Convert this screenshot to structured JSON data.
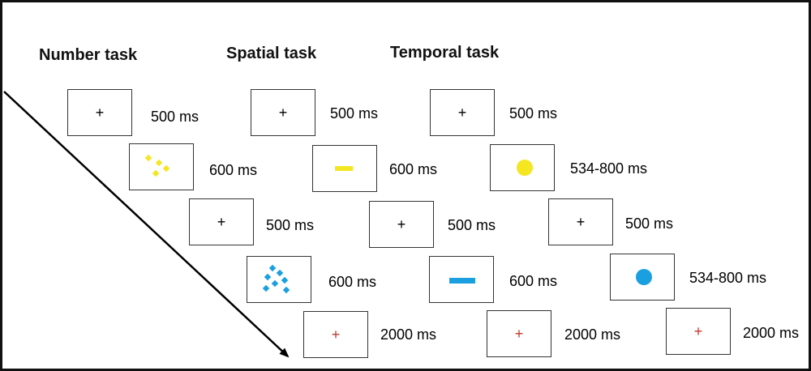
{
  "tasks": [
    {
      "title": "Number task",
      "frames": [
        {
          "stimulus": "fixation-cross",
          "duration": "500 ms"
        },
        {
          "stimulus": "yellow-dot-array",
          "duration": "600 ms"
        },
        {
          "stimulus": "fixation-cross",
          "duration": "500 ms"
        },
        {
          "stimulus": "blue-dot-array",
          "duration": "600 ms"
        },
        {
          "stimulus": "red-fixation-cross",
          "duration": "2000 ms"
        }
      ]
    },
    {
      "title": "Spatial task",
      "frames": [
        {
          "stimulus": "fixation-cross",
          "duration": "500 ms"
        },
        {
          "stimulus": "short-yellow-bar",
          "duration": "600 ms"
        },
        {
          "stimulus": "fixation-cross",
          "duration": "500 ms"
        },
        {
          "stimulus": "long-blue-bar",
          "duration": "600 ms"
        },
        {
          "stimulus": "red-fixation-cross",
          "duration": "2000 ms"
        }
      ]
    },
    {
      "title": "Temporal task",
      "frames": [
        {
          "stimulus": "fixation-cross",
          "duration": "500 ms"
        },
        {
          "stimulus": "yellow-circle",
          "duration": "534-800 ms"
        },
        {
          "stimulus": "fixation-cross",
          "duration": "500 ms"
        },
        {
          "stimulus": "blue-circle",
          "duration": "534-800 ms"
        },
        {
          "stimulus": "red-fixation-cross",
          "duration": "2000 ms"
        }
      ]
    }
  ],
  "fixation_symbol": "+",
  "colors": {
    "yellow": "#f5e622",
    "blue": "#1aa0e0",
    "red_cross": "#c0392b",
    "border": "#333333",
    "arrow": "#000000"
  }
}
